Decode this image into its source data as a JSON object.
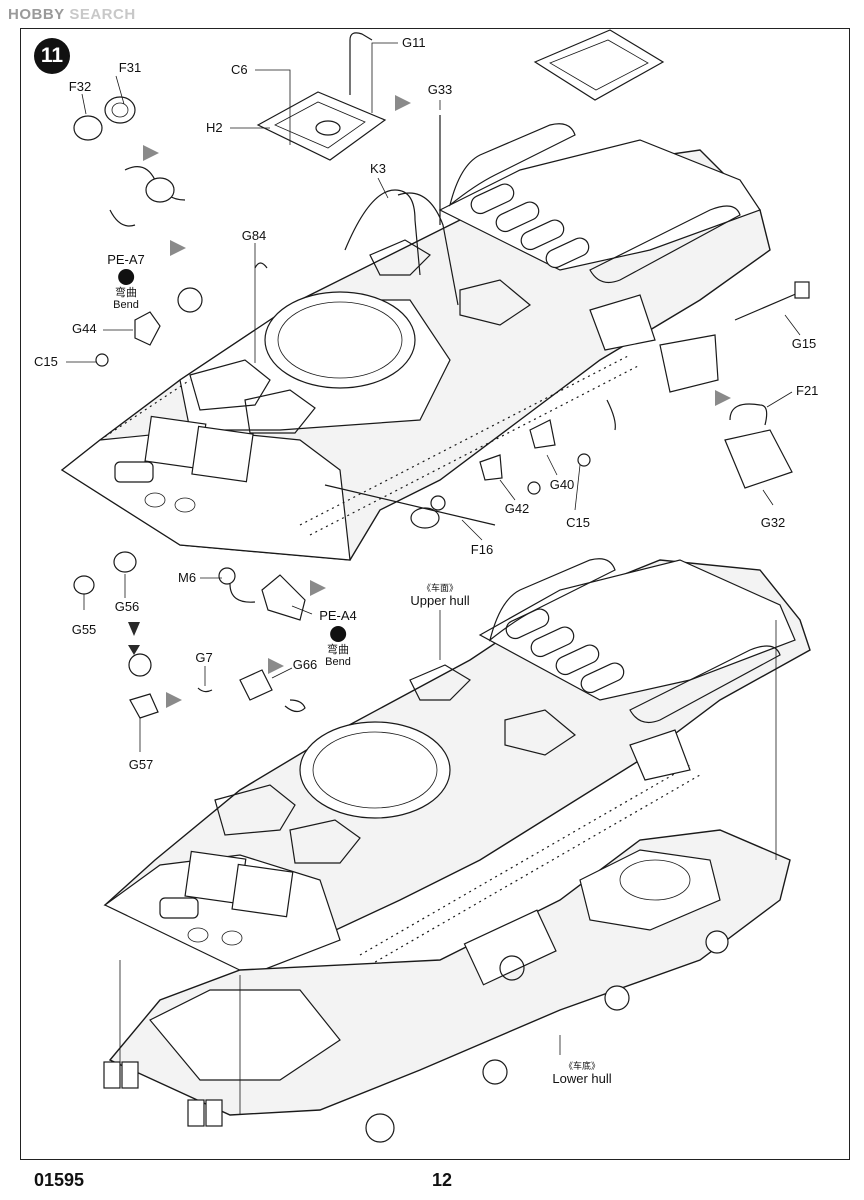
{
  "watermark": {
    "brand": "HOBBY",
    "suffix": " SEARCH"
  },
  "step_number": "11",
  "labels": {
    "f31": "F31",
    "f32": "F32",
    "c6": "C6",
    "h2": "H2",
    "g11": "G11",
    "g33": "G33",
    "k3": "K3",
    "g84": "G84",
    "pe_a7": "PE-A7",
    "g44": "G44",
    "c15_left": "C15",
    "g15": "G15",
    "f21": "F21",
    "g40": "G40",
    "g42": "G42",
    "c15_right": "C15",
    "g32": "G32",
    "f16": "F16",
    "m6": "M6",
    "pe_a4": "PE-A4",
    "g56": "G56",
    "g55": "G55",
    "g7": "G7",
    "g66": "G66",
    "g57": "G57"
  },
  "bend_notes": [
    {
      "cn": "弯曲",
      "en": "Bend"
    },
    {
      "cn": "弯曲",
      "en": "Bend"
    }
  ],
  "hull_notes": {
    "upper": {
      "cn": "《车面》",
      "en": "Upper hull"
    },
    "lower": {
      "cn": "《车底》",
      "en": "Lower hull"
    }
  },
  "footer": {
    "kit_number": "01595",
    "page_number": "12"
  }
}
